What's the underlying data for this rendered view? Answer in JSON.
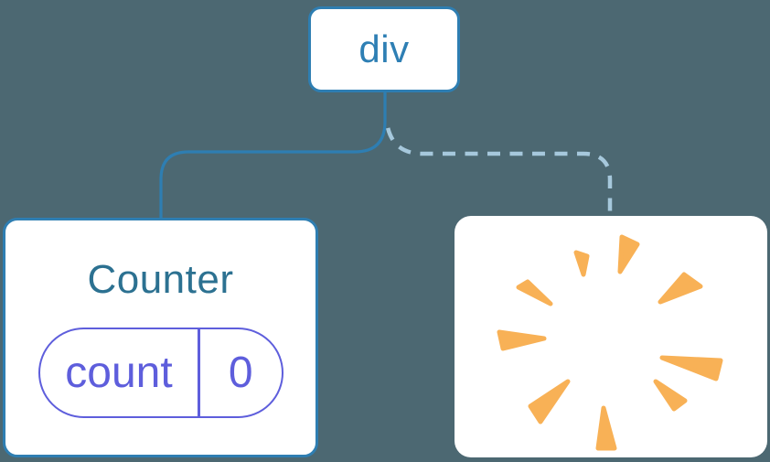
{
  "diagram": {
    "description": "React component tree diagram: div root with Counter child kept and second child removed (poof)",
    "root_node": {
      "label": "div"
    },
    "counter_node": {
      "title": "Counter",
      "state": {
        "key": "count",
        "value": "0"
      }
    },
    "removed_node": {
      "icon": "poof-starburst"
    }
  },
  "colors": {
    "background": "#4C6872",
    "node-bg": "#FFFFFF",
    "node-border": "#2E7EB2",
    "root-label": "#2E7FB4",
    "counter-title": "#2C7191",
    "state-accent": "#5E5EDC",
    "connector-solid": "#2E7EB2",
    "connector-dashed": "#A6C8DC",
    "poof": "#F8B156"
  }
}
